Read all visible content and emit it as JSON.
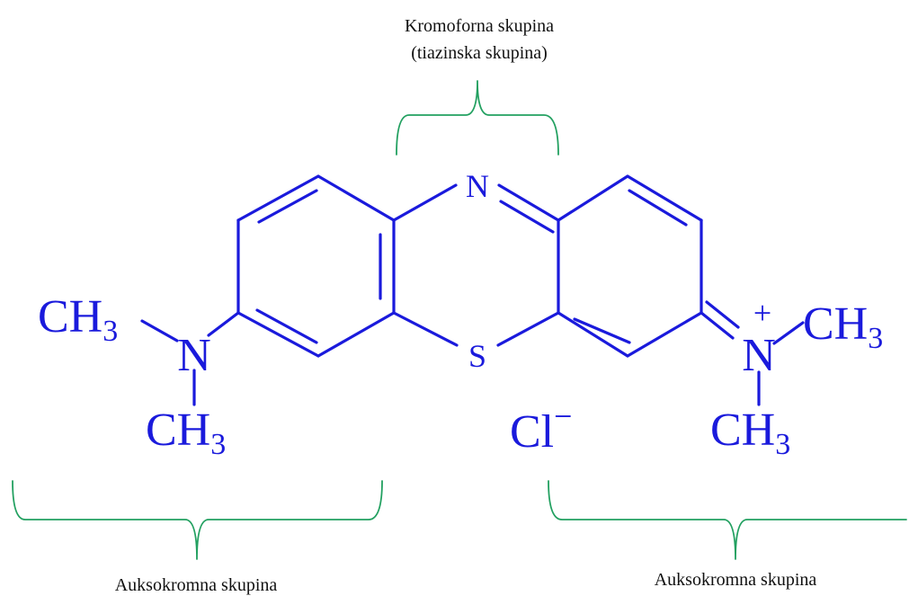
{
  "labels": {
    "chromophore_line1": "Kromoforna skupina",
    "chromophore_line2": "(tiazinska skupina)",
    "auxochrome_left": "Auksokromna skupina",
    "auxochrome_right": "Auksokromna skupina"
  },
  "atoms": {
    "ring_nitrogen": "N",
    "ring_sulfur": "S",
    "left_amine_nitrogen": "N",
    "right_iminium_nitrogen": "N",
    "positive_charge": "+",
    "methyl_prefix": "CH",
    "methyl_subscript": "3",
    "counter_ion": "Cl",
    "counter_ion_charge": "−"
  },
  "colors": {
    "structure": "#1a1adc",
    "brace": "#22a060",
    "caption_text": "#111111",
    "background": "#ffffff"
  }
}
